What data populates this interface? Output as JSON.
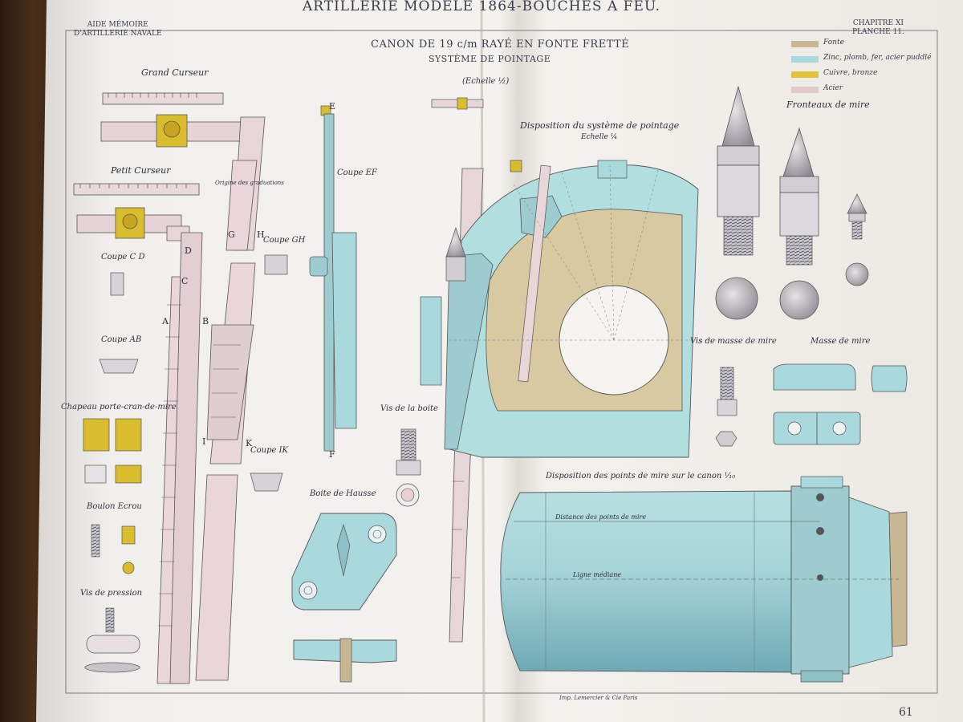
{
  "header": {
    "title": "ARTILLERIE MODÈLE 1864-BOUCHES A FEU.",
    "left_caption_line1": "AIDE MÉMOIRE",
    "left_caption_line2": "D'ARTILLERIE NAVALE",
    "right_caption_line1": "CHAPITRE XI",
    "right_caption_line2": "PLANCHE 11.",
    "subtitle_line1": "CANON DE 19 c/m RAYÉ EN FONTE FRETTÉ",
    "subtitle_line2": "SYSTÈME DE POINTAGE",
    "scale": "(Echelle ½)"
  },
  "legend": [
    {
      "label": "Fonte",
      "color": "#c9b793"
    },
    {
      "label": "Zinc, plomb, fer, acier puddlé",
      "color": "#a9d9dc"
    },
    {
      "label": "Cuivre, bronze",
      "color": "#e1c23a"
    },
    {
      "label": "Acier",
      "color": "#e1c8cc"
    }
  ],
  "labels": {
    "grand_curseur": "Grand Curseur",
    "petit_curseur": "Petit Curseur",
    "coupe_cd": "Coupe C D",
    "coupe_ab": "Coupe AB",
    "chapeau": "Chapeau porte-cran-de-mire",
    "boulon_ecrou": "Boulon  Ecrou",
    "vis_pression": "Vis de pression",
    "origine": "Origine des graduations",
    "coupe_gh": "Coupe GH",
    "coupe_ik": "Coupe IK",
    "coupe_ef": "Coupe EF",
    "vis_boite": "Vis de la boite",
    "boite_hausse": "Boite de Hausse",
    "disposition_pointage": "Disposition  du système de pointage",
    "echelle_quart": "Echelle ¼",
    "fronteaux": "Fronteaux de mire",
    "vis_masse": "Vis de masse de mire",
    "masse_mire": "Masse de mire",
    "disposition_points": "Disposition des points de mire sur le canon ¹⁄₁₀",
    "distance_points": "Distance des points de mire",
    "ligne_mediane": "Ligne médiane",
    "letter_a": "A",
    "letter_b": "B",
    "letter_c": "C",
    "letter_d": "D",
    "letter_g": "G",
    "letter_h": "H",
    "letter_i": "I",
    "letter_k": "K",
    "letter_e": "E",
    "letter_f": "F"
  },
  "footer": {
    "imprint": "Imp. Lemercier & Cie Paris",
    "page_number": "61"
  }
}
